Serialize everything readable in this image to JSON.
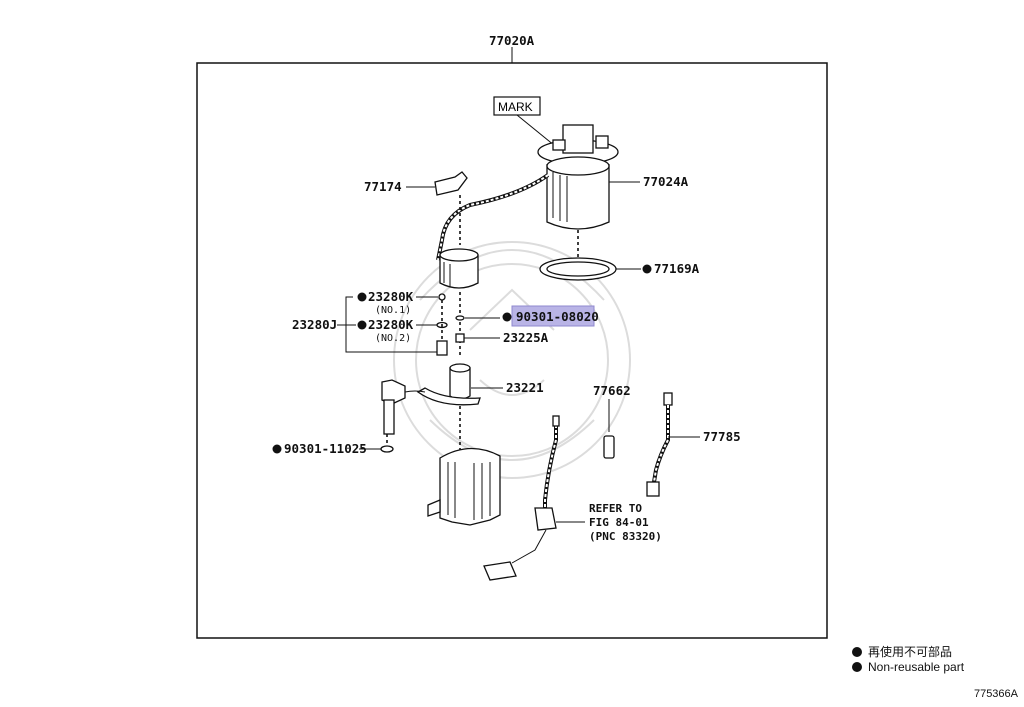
{
  "assembly_number": "77020A",
  "mark_label": "MARK",
  "parts": {
    "sender_gauge_body": "77024A",
    "gasket": "77169A",
    "bracket": "77174",
    "filter_set": "23280J",
    "filter_1": "23280K",
    "filter_1_note": "(NO.1)",
    "filter_2": "23280K",
    "filter_2_note": "(NO.2)",
    "highlighted_oring": "90301-08020",
    "damper": "23225A",
    "fuel_pump": "23221",
    "oring_bottom": "90301-11025",
    "part_77662": "77662",
    "harness_77785": "77785"
  },
  "refer_note": {
    "line1": "REFER TO",
    "line2": "FIG 84-01",
    "line3": "(PNC 83320)"
  },
  "legend": {
    "line1": "再使用不可部品",
    "line2": "Non-reusable part"
  },
  "figure_id": "775366A",
  "colors": {
    "highlight": "#b9b4e6",
    "ink": "#111111",
    "watermark": "#dcdcdc"
  }
}
